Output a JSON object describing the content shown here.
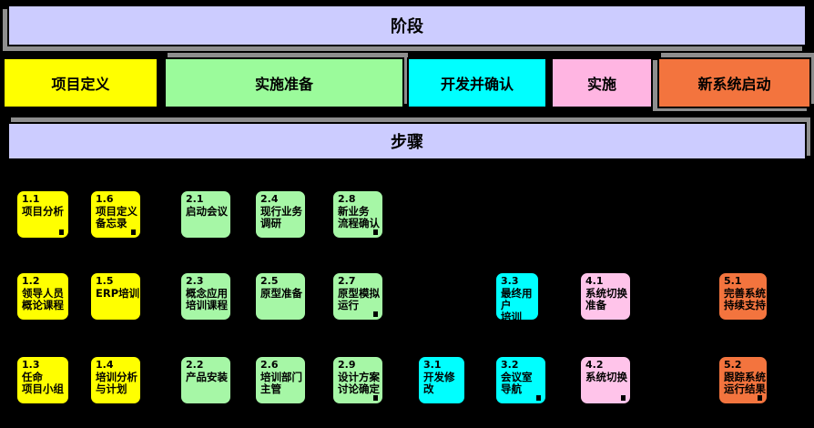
{
  "diagram": {
    "phase_header": "阶段",
    "step_header": "步骤"
  },
  "colors": {
    "header_bar": "#CCCCFF",
    "phase_yellow": "#FFFF00",
    "phase_green": "#9BFB9B",
    "phase_cyan": "#00FFFF",
    "phase_pink": "#FFB5E2",
    "phase_orange": "#F3743E",
    "step_green": "#A6F7A6",
    "step_pink": "#FFC4EA",
    "shadow_gray": "#8E8E8E",
    "background": "#000000"
  },
  "phases": [
    {
      "label": "项目定义",
      "color": "#FFFF00"
    },
    {
      "label": "实施准备",
      "color": "#9BFB9B"
    },
    {
      "label": "开发并确认",
      "color": "#00FFFF"
    },
    {
      "label": "实施",
      "color": "#FFB5E2"
    },
    {
      "label": "新系统启动",
      "color": "#F3743E"
    }
  ],
  "steps": [
    {
      "num": "1.1",
      "label": "项目分析",
      "color": "#FFFF00"
    },
    {
      "num": "1.6",
      "label": "项目定义\n备忘录",
      "color": "#FFFF00"
    },
    {
      "num": "2.1",
      "label": "启动会议",
      "color": "#A6F7A6"
    },
    {
      "num": "2.4",
      "label": "现行业务\n调研",
      "color": "#A6F7A6"
    },
    {
      "num": "2.8",
      "label": "新业务\n流程确认",
      "color": "#A6F7A6"
    },
    {
      "num": "1.2",
      "label": "领导人员\n概论课程",
      "color": "#FFFF00"
    },
    {
      "num": "1.5",
      "label": "ERP培训",
      "color": "#FFFF00"
    },
    {
      "num": "2.3",
      "label": "概念应用\n培训课程",
      "color": "#A6F7A6"
    },
    {
      "num": "2.5",
      "label": "原型准备",
      "color": "#A6F7A6"
    },
    {
      "num": "2.7",
      "label": "原型模拟\n运行",
      "color": "#A6F7A6"
    },
    {
      "num": "3.3",
      "label": "最终用户\n培训",
      "color": "#00FFFF"
    },
    {
      "num": "4.1",
      "label": "系统切换\n准备",
      "color": "#FFC4EA"
    },
    {
      "num": "5.1",
      "label": "完善系统\n持续支持",
      "color": "#F3743E"
    },
    {
      "num": "1.3",
      "label": "任命\n项目小组",
      "color": "#FFFF00"
    },
    {
      "num": "1.4",
      "label": "培训分析\n与计划",
      "color": "#FFFF00"
    },
    {
      "num": "2.2",
      "label": "产品安装",
      "color": "#A6F7A6"
    },
    {
      "num": "2.6",
      "label": "培训部门\n主管",
      "color": "#A6F7A6"
    },
    {
      "num": "2.9",
      "label": "设计方案\n讨论确定",
      "color": "#A6F7A6"
    },
    {
      "num": "3.1",
      "label": "开发修改",
      "color": "#00FFFF"
    },
    {
      "num": "3.2",
      "label": "会议室\n导航",
      "color": "#00FFFF"
    },
    {
      "num": "4.2",
      "label": "系统切换",
      "color": "#FFC4EA"
    },
    {
      "num": "5.2",
      "label": "跟踪系统\n运行结果",
      "color": "#F3743E"
    }
  ]
}
